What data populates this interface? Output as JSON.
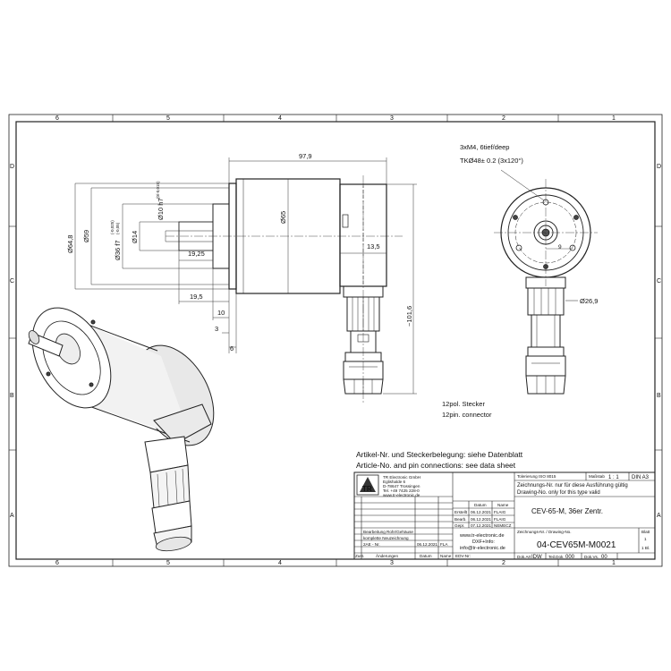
{
  "border": {
    "top_labels": [
      "6",
      "5",
      "4",
      "3",
      "2",
      "1"
    ],
    "bottom_labels": [
      "6",
      "5",
      "4",
      "3",
      "2",
      "1"
    ],
    "left_labels": [
      "D",
      "C",
      "B",
      "A"
    ],
    "right_labels": [
      "D",
      "C",
      "B",
      "A"
    ]
  },
  "dimensions": {
    "overall_length": "97,9",
    "flange_dia": "Ø64,8",
    "body_dia_left": "Ø59",
    "pilot_dia": "Ø36 f7",
    "pilot_tol_upper": "(-0,025)",
    "pilot_tol_lower": "(-0,05)",
    "shaft_dia_14": "Ø14",
    "shaft_dia_10": "Ø10 h7",
    "shaft_tol": "(0/-0,015)",
    "housing_dia": "Ø65",
    "len_19_25": "19,25",
    "len_19_5": "19,5",
    "len_10": "10",
    "len_3": "3",
    "len_6": "6",
    "connector_offset": "13,5",
    "connector_length": "~101,6",
    "connector_dia": "Ø26,9",
    "front_dim_9": "9"
  },
  "notes": {
    "thread_holes": "3xM4, 6tief/deep",
    "bolt_circle": "TKØ48± 0.2 (3x120°)",
    "connector_de": "12pol. Stecker",
    "connector_en": "12pin. connector",
    "article_de": "Artikel-Nr. und Steckerbelegung: siehe Datenblatt",
    "article_en": "Article-No. and pin connections: see data sheet"
  },
  "title_block": {
    "tolerance": "Tolerierung ISO 8015",
    "scale_label": "Maßstab",
    "scale": "1 : 1",
    "format": "DIN A3",
    "validity_de": "Zeichnungs-Nr. nur für diese Ausführung gültig",
    "validity_en": "Drawing-No. only for this type valid",
    "company": "TR Electronic GmbH",
    "street": "Eglishalde 6",
    "city": "D-78647 Trossingen",
    "tel": "Tel. +49 7425 228-0",
    "web": "www.tr-electronic.de",
    "col_date": "Datum",
    "col_name": "Name",
    "rows": [
      {
        "label": "Erstellt",
        "date": "06.12.2021",
        "name": "FLAIG"
      },
      {
        "label": "Bearb.",
        "date": "06.12.2021",
        "name": "FLAIG"
      },
      {
        "label": "Gepr.",
        "date": "07.12.2021",
        "name": "NEMECZ"
      }
    ],
    "title": "CEV-65-M, 36er Zentr.",
    "website": "www.tr-electronic.de",
    "dxf": "DXF+Info:",
    "email": "info@tr-electronic.de",
    "drawing_no_label": "Zeichnungs-Nr. / Drawing-No.",
    "drawing_no": "04-CEV65M-M0021",
    "sheet_label": "Blatt",
    "sheet": "1",
    "sheet_total": "1 Bl.",
    "rev_row1": "Bearbeitung Rohr/Gehäuse",
    "rev_row2": "komplette Neuzeichnung",
    "rev_row3_no": "2AE - Nr.",
    "rev_row3_date": "06.12.2021",
    "rev_row3_name": "FLA",
    "rev_col_zust": "Zust.",
    "rev_col_change": "Änderungen",
    "rev_col_date": "Datum",
    "rev_col_name": "Name",
    "edv": "EDV-Nr:",
    "dok_art_label": "Dok.Art",
    "dok_art": "IDW",
    "teil_dok_label": "Teil.Dok.",
    "teil_dok": "000",
    "dok_vers_label": "Dok.Vs.",
    "dok_vers": "00"
  },
  "logo_text": "TR"
}
